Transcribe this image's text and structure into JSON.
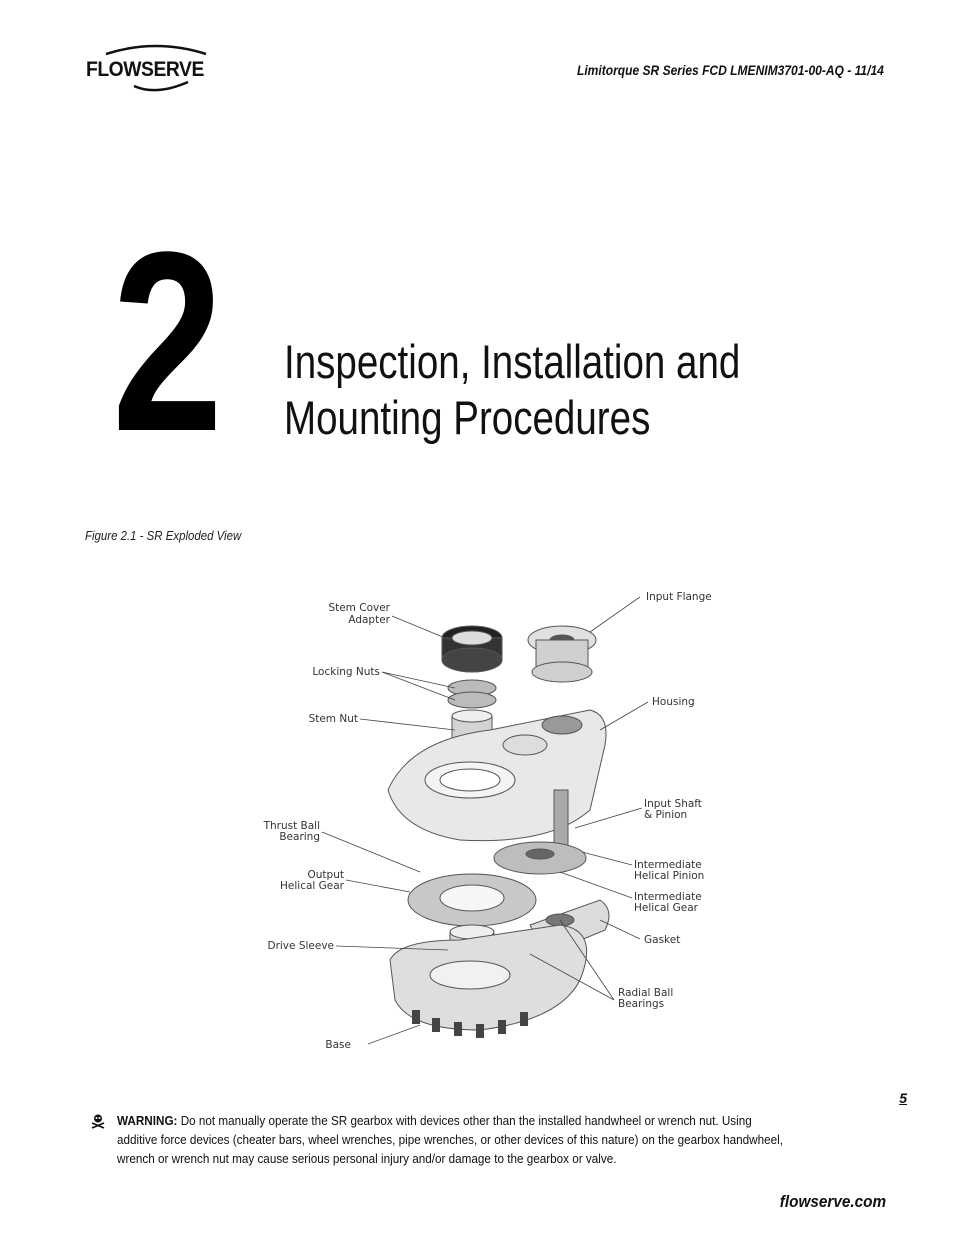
{
  "header": {
    "logo_text": "FLOWSERVE",
    "doc_ref": "Limitorque SR Series FCD LMENIM3701-00-AQ - 11/14"
  },
  "chapter": {
    "number": "2",
    "title_line1": "Inspection, Installation and",
    "title_line2": "Mounting Procedures"
  },
  "figure": {
    "caption": "Figure 2.1 - SR Exploded View",
    "callouts": {
      "stem_cover_adapter_1": "Stem Cover",
      "stem_cover_adapter_2": "Adapter",
      "locking_nuts": "Locking Nuts",
      "stem_nut": "Stem Nut",
      "thrust_ball_bearing_1": "Thrust Ball",
      "thrust_ball_bearing_2": "Bearing",
      "output_helical_gear_1": "Output",
      "output_helical_gear_2": "Helical Gear",
      "drive_sleeve": "Drive Sleeve",
      "base": "Base",
      "input_flange": "Input Flange",
      "housing": "Housing",
      "input_shaft_pinion_1": "Input Shaft",
      "input_shaft_pinion_2": "& Pinion",
      "intermediate_helical_pinion_1": "Intermediate",
      "intermediate_helical_pinion_2": "Helical Pinion",
      "intermediate_helical_gear_1": "Intermediate",
      "intermediate_helical_gear_2": "Helical Gear",
      "gasket": "Gasket",
      "radial_ball_bearings_1": "Radial Ball",
      "radial_ball_bearings_2": "Bearings"
    }
  },
  "page_number": "5",
  "warning": {
    "label": "WARNING:",
    "line1": " Do not manually operate the SR gearbox with devices other than the installed handwheel or wrench nut. Using",
    "line2": "additive force devices (cheater bars, wheel wrenches, pipe wrenches, or other devices of this nature) on the gearbox handwheel,",
    "line3": "wrench or wrench nut may cause serious personal injury and/or damage to the gearbox or valve."
  },
  "footer": {
    "url": "flowserve.com"
  }
}
